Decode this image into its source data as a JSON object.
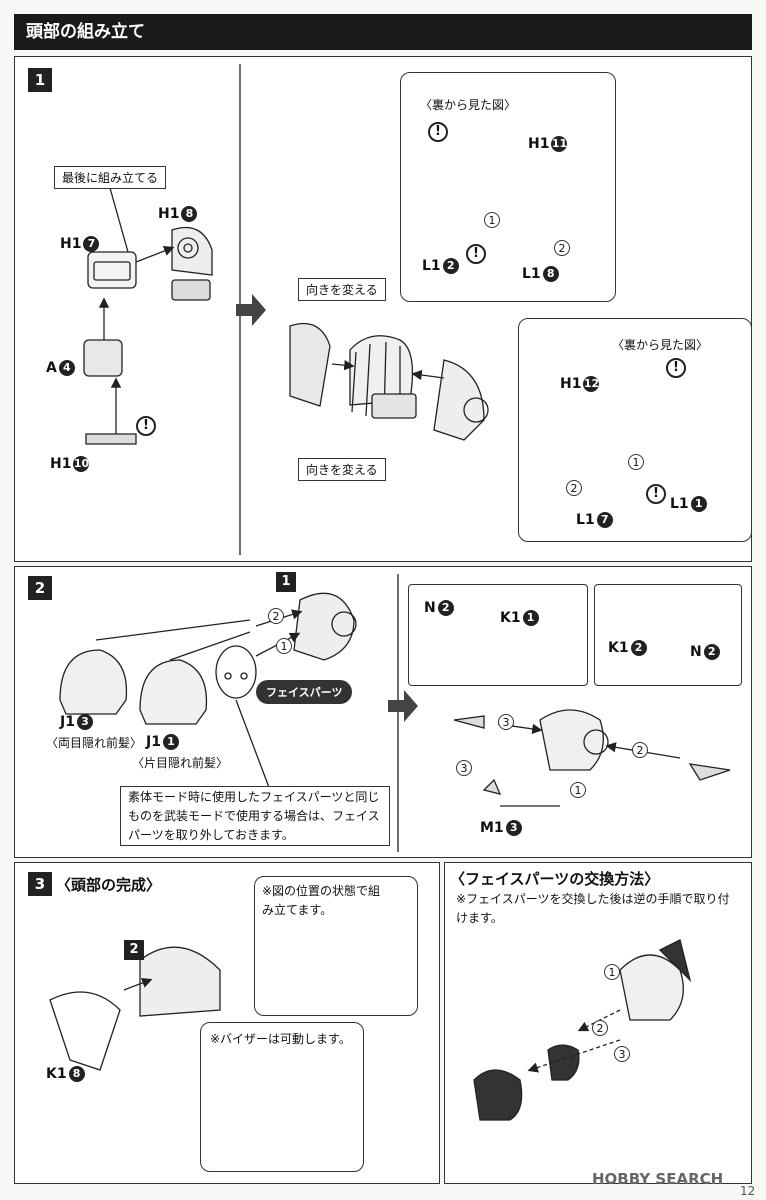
{
  "header": {
    "title": "頭部の組み立て"
  },
  "step1": {
    "badge": "1",
    "last_assemble_label": "最後に組み立てる",
    "parts_left": {
      "h1_8": {
        "main": "H1",
        "num": "8"
      },
      "h1_7": {
        "main": "H1",
        "num": "7"
      },
      "a_4": {
        "main": "A",
        "num": "4"
      },
      "h1_10": {
        "main": "H1",
        "num": "10"
      }
    },
    "direction_label_top": "向きを変える",
    "direction_label_bottom": "向きを変える",
    "back_view_top": "〈裏から見た図〉",
    "back_view_bottom": "〈裏から見た図〉",
    "parts_right": {
      "h1_11": {
        "main": "H1",
        "num": "11"
      },
      "l1_2": {
        "main": "L1",
        "num": "2"
      },
      "l1_8": {
        "main": "L1",
        "num": "8"
      },
      "h1_12": {
        "main": "H1",
        "num": "12"
      },
      "l1_7": {
        "main": "L1",
        "num": "7"
      },
      "l1_1": {
        "main": "L1",
        "num": "1"
      }
    },
    "seq": [
      "1",
      "2",
      "1",
      "2"
    ]
  },
  "step2": {
    "badge": "2",
    "inner_badge": "1",
    "j1_3": {
      "main": "J1",
      "num": "3",
      "caption": "〈両目隠れ前髪〉"
    },
    "j1_1": {
      "main": "J1",
      "num": "1",
      "caption": "〈片目隠れ前髪〉"
    },
    "face_parts": "フェイスパーツ",
    "note": "素体モード時に使用したフェイスパーツと同じものを武装モードで使用する場合は、フェイスパーツを取り外しておきます。",
    "n2_a": {
      "main": "N",
      "num": "2"
    },
    "k1_1": {
      "main": "K1",
      "num": "1"
    },
    "k1_2": {
      "main": "K1",
      "num": "2"
    },
    "n2_b": {
      "main": "N",
      "num": "2"
    },
    "m1_3": {
      "main": "M1",
      "num": "3"
    },
    "seq": [
      "2",
      "1",
      "3",
      "3",
      "2",
      "1"
    ]
  },
  "step3": {
    "badge": "3",
    "title": "〈頭部の完成〉",
    "inner_badge": "2",
    "note_position": "※図の位置の状態で組み立てます。",
    "note_visor": "※バイザーは可動します。",
    "k1_8": {
      "main": "K1",
      "num": "8"
    }
  },
  "face_swap": {
    "title": "〈フェイスパーツの交換方法〉",
    "note": "※フェイスパーツを交換した後は逆の手順で取り付けます。",
    "seq": [
      "1",
      "2",
      "3"
    ]
  },
  "footer": {
    "watermark": "HOBBY SEARCH",
    "page": "12"
  },
  "colors": {
    "header_bg": "#1a1a1a",
    "panel_border": "#333333",
    "paper": "#f7f7f5"
  }
}
